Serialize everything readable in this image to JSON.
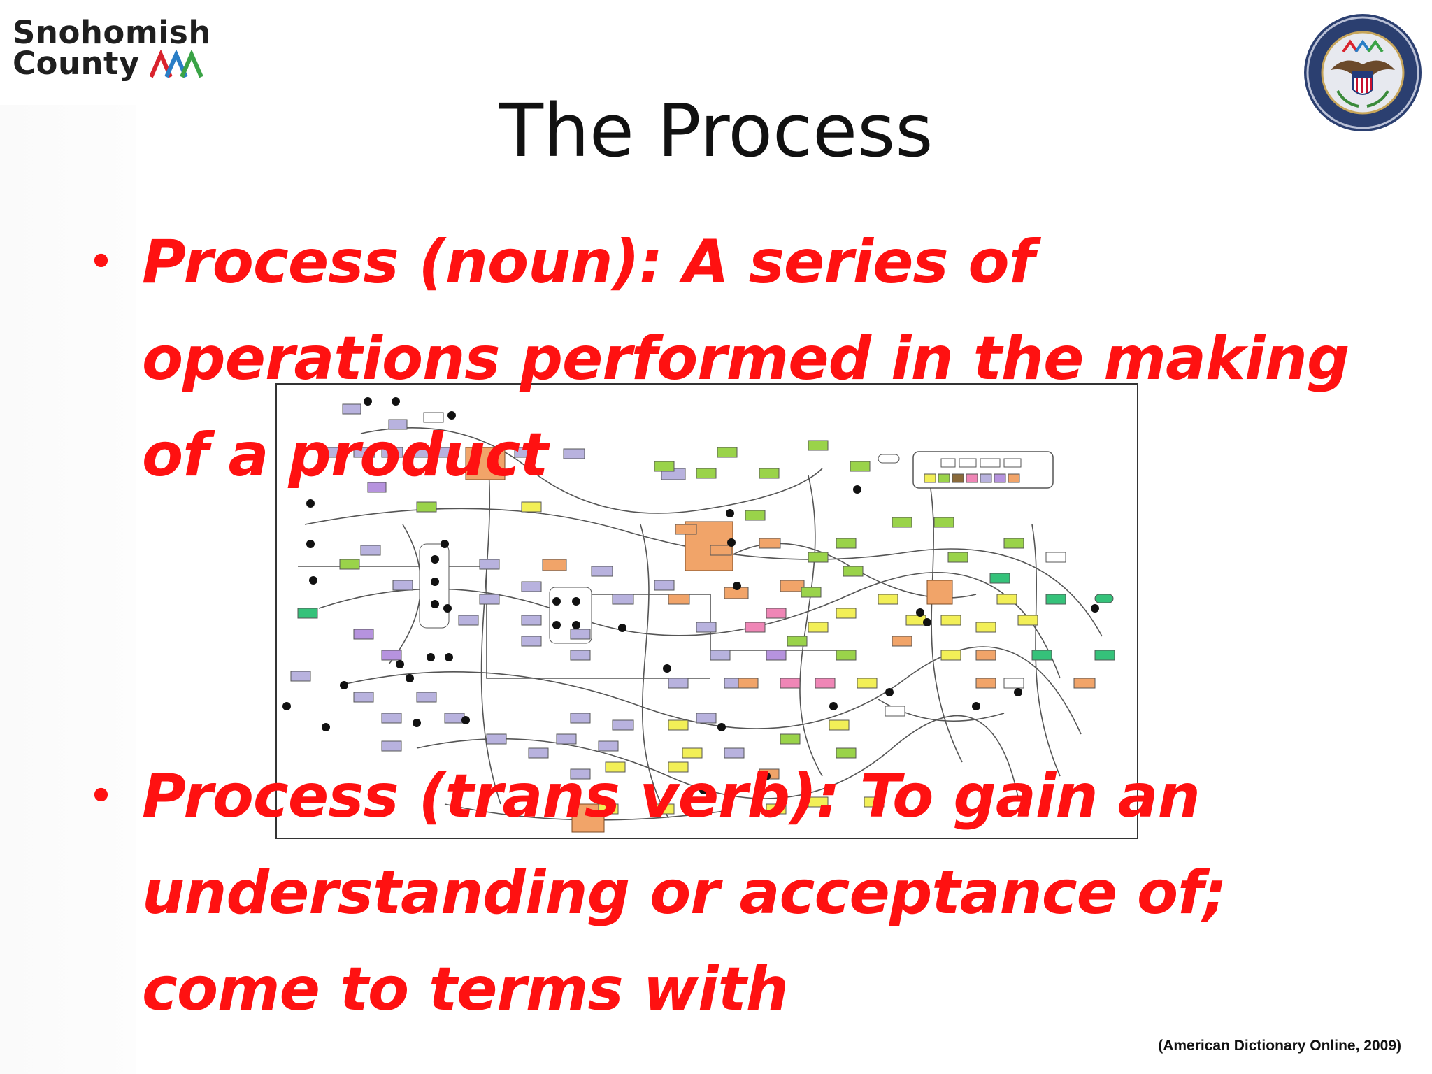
{
  "logo": {
    "line1": "Snohomish",
    "line2": "County"
  },
  "seal": {
    "name": "emergency-management-seal"
  },
  "slide": {
    "title": "The Process"
  },
  "bullets": [
    {
      "text": "Process (noun): A series of operations performed in the making of a product"
    },
    {
      "text": "Process (trans verb): To gain an understanding or acceptance of; come to terms with"
    }
  ],
  "citation": "(American Dictionary Online, 2009)",
  "colors": {
    "bullet_text": "#ff1111",
    "title": "#111111",
    "logo_green": "#3aa346"
  }
}
